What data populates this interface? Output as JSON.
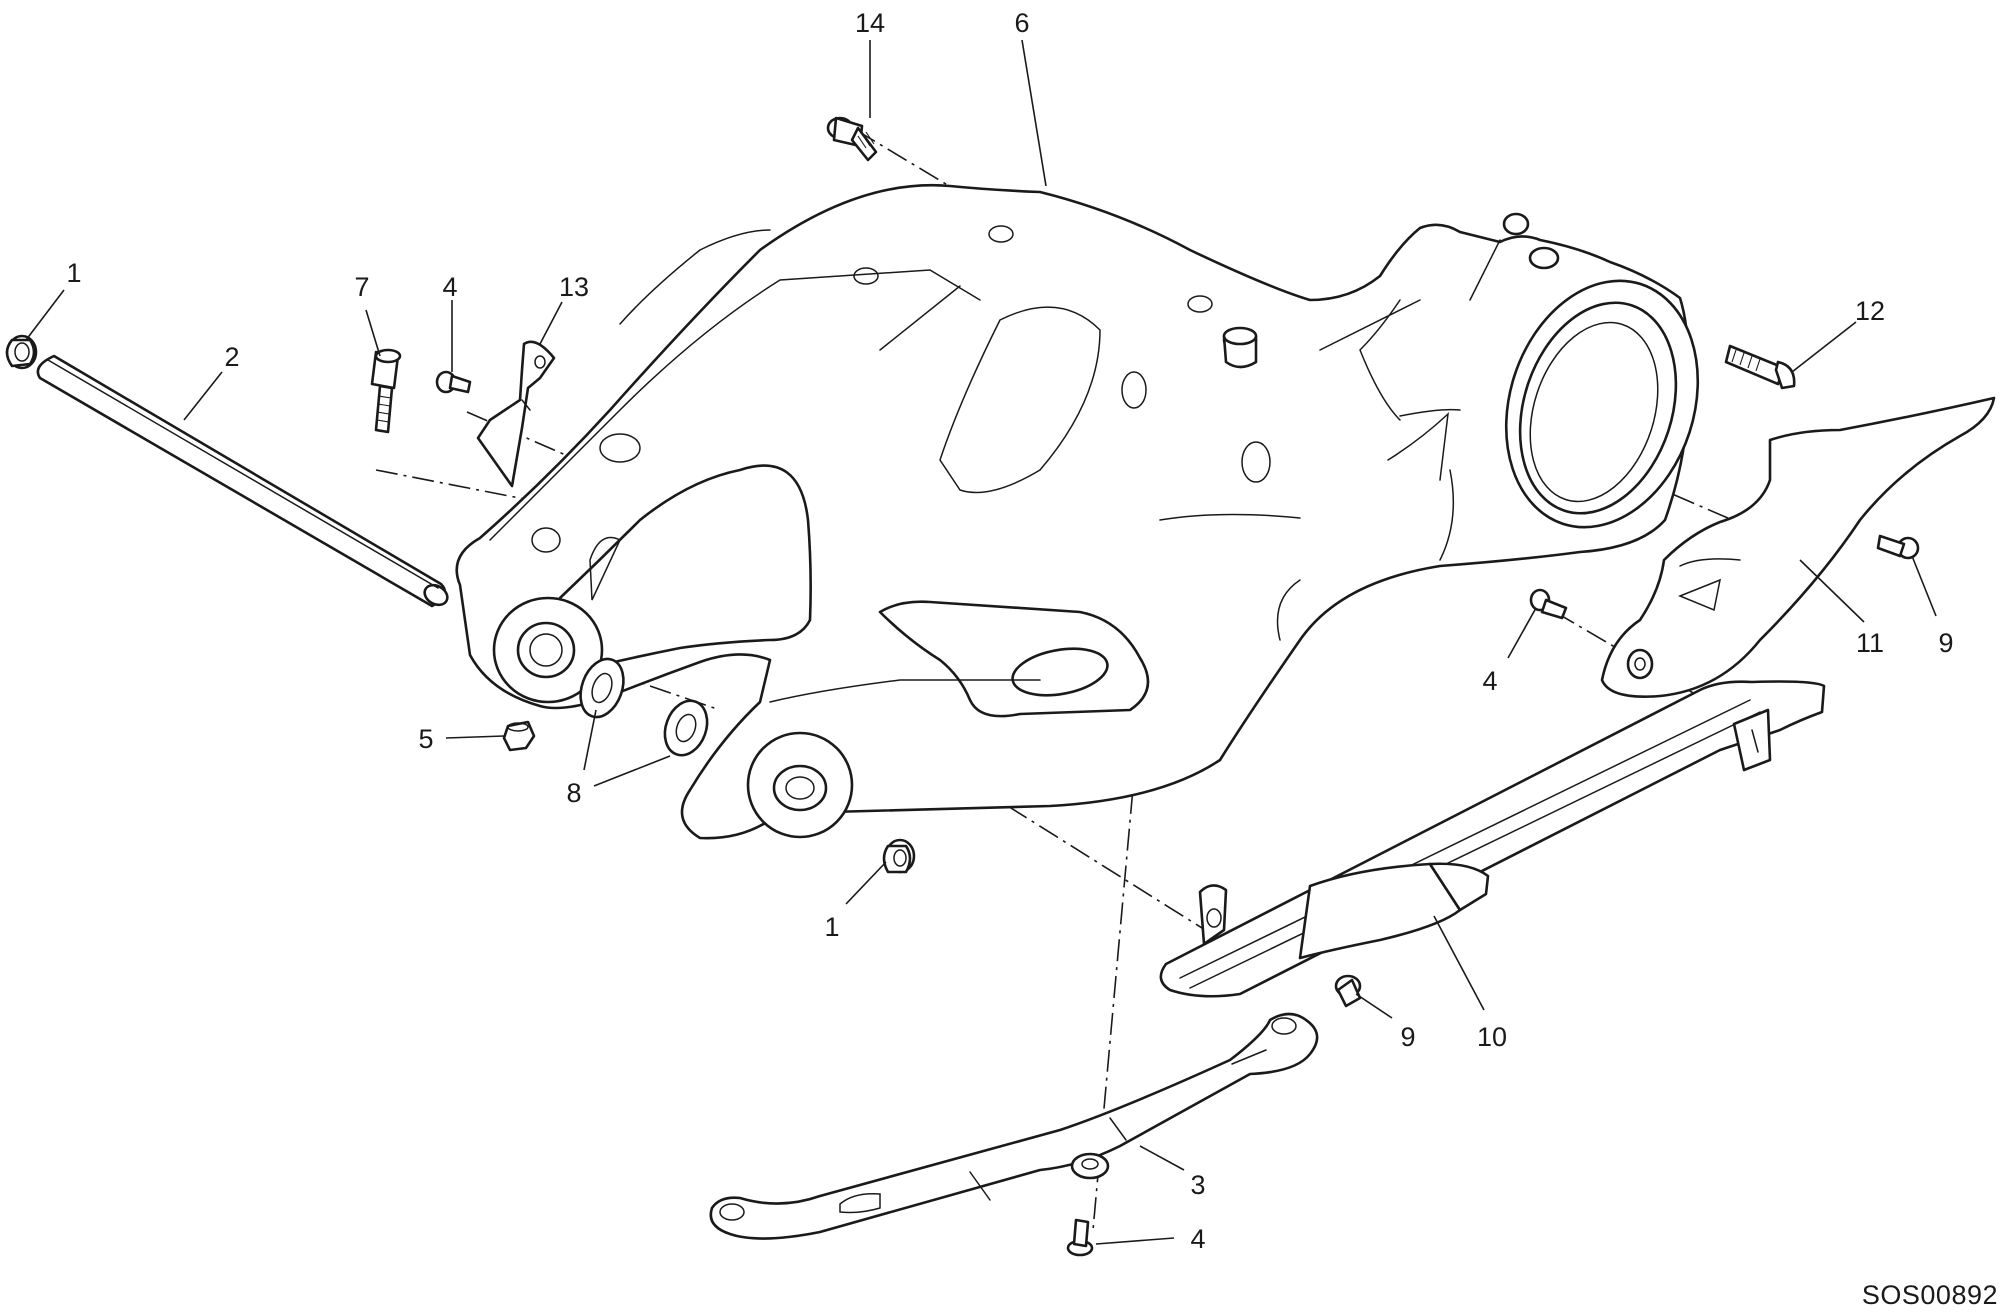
{
  "drawing_code": "SOS00892",
  "callouts": [
    {
      "id": "c1a",
      "label": "1"
    },
    {
      "id": "c2",
      "label": "2"
    },
    {
      "id": "c7",
      "label": "7"
    },
    {
      "id": "c4a",
      "label": "4"
    },
    {
      "id": "c13",
      "label": "13"
    },
    {
      "id": "c14",
      "label": "14"
    },
    {
      "id": "c6",
      "label": "6"
    },
    {
      "id": "c12",
      "label": "12"
    },
    {
      "id": "c9a",
      "label": "9"
    },
    {
      "id": "c11",
      "label": "11"
    },
    {
      "id": "c4b",
      "label": "4"
    },
    {
      "id": "c5",
      "label": "5"
    },
    {
      "id": "c8",
      "label": "8"
    },
    {
      "id": "c1b",
      "label": "1"
    },
    {
      "id": "c9b",
      "label": "9"
    },
    {
      "id": "c10",
      "label": "10"
    },
    {
      "id": "c3",
      "label": "3"
    },
    {
      "id": "c4c",
      "label": "4"
    }
  ]
}
